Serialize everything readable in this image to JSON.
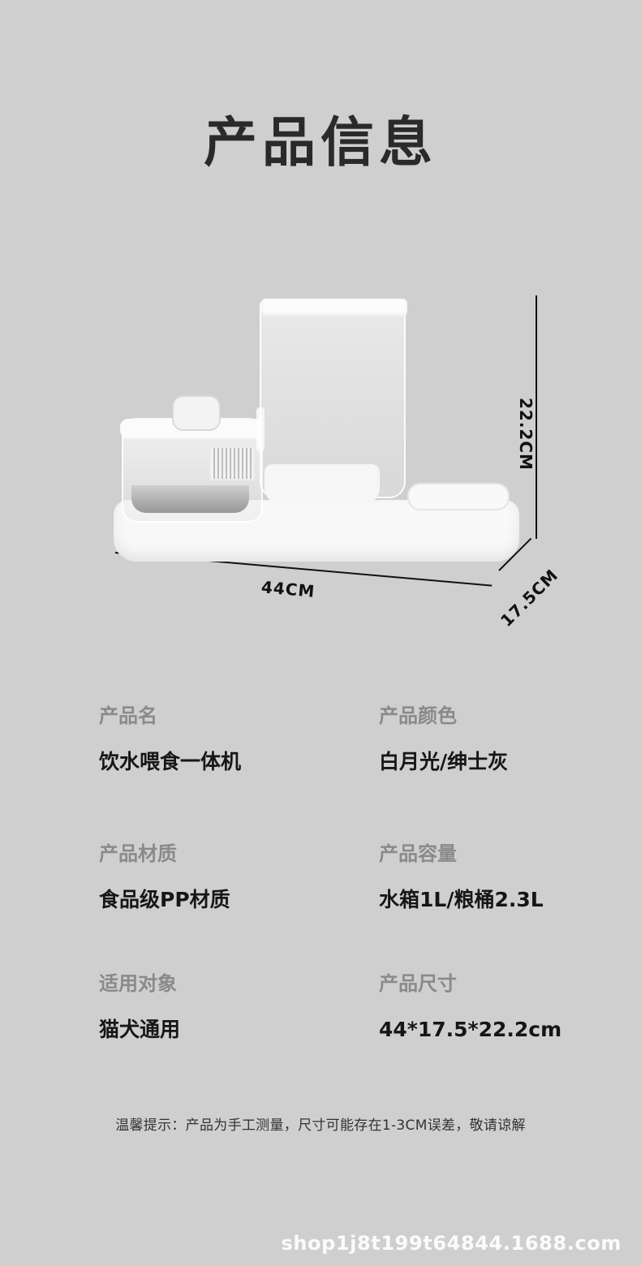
{
  "header": {
    "title": "产品信息"
  },
  "dimensions": {
    "height": "22.2CM",
    "depth": "17.5CM",
    "width": "44CM"
  },
  "specs": [
    {
      "label": "产品名",
      "value": "饮水喂食一体机"
    },
    {
      "label": "产品颜色",
      "value": "白月光/绅士灰"
    },
    {
      "label": "产品材质",
      "value": "食品级PP材质"
    },
    {
      "label": "产品容量",
      "value": "水箱1L/粮桶2.3L"
    },
    {
      "label": "适用对象",
      "value": "猫犬通用"
    },
    {
      "label": "产品尺寸",
      "value": "44*17.5*22.2cm"
    }
  ],
  "note": "温馨提示：产品为手工测量，尺寸可能存在1-3CM误差，敬请谅解",
  "watermark": "shop1j8t199t64844.1688.com"
}
